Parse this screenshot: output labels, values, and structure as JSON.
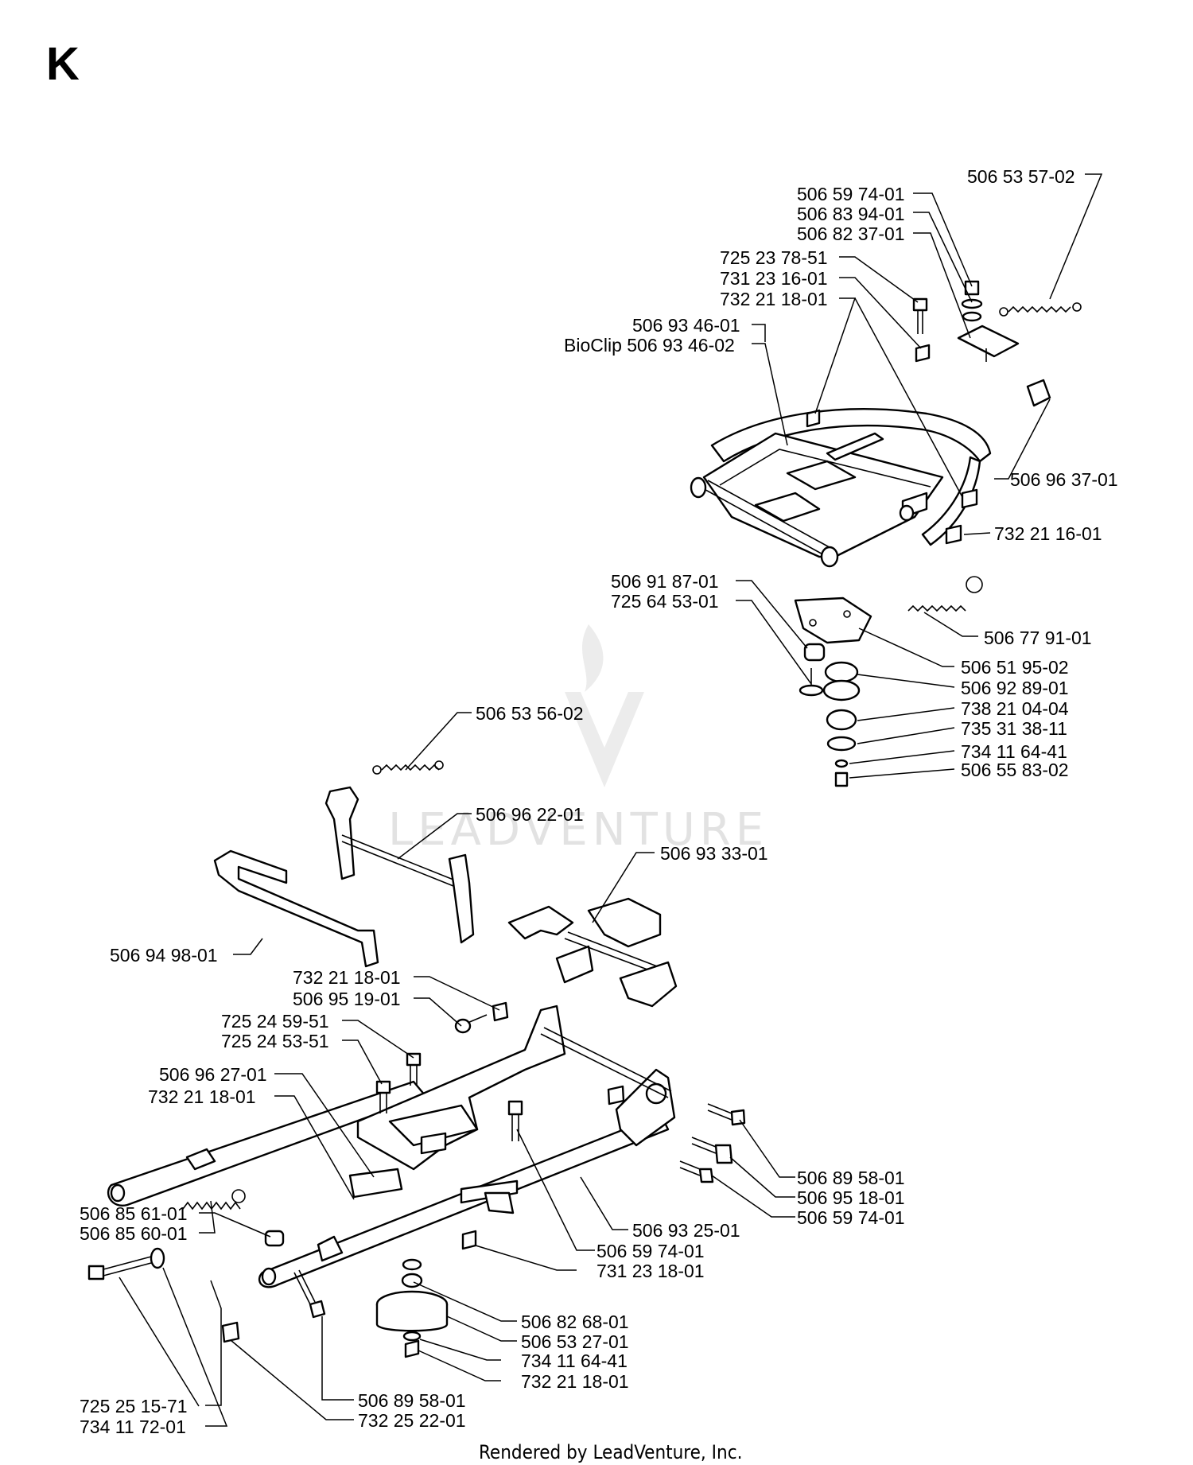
{
  "section_letter": "K",
  "watermark": "LEADVENTURE",
  "footer": "Rendered by LeadVenture, Inc.",
  "labels": [
    {
      "id": "p1",
      "text": "506 53 57-02"
    },
    {
      "id": "p2",
      "text": "506 59 74-01"
    },
    {
      "id": "p3",
      "text": "506 83 94-01"
    },
    {
      "id": "p4",
      "text": "506 82 37-01"
    },
    {
      "id": "p5",
      "text": "725 23 78-51"
    },
    {
      "id": "p6",
      "text": "731 23 16-01"
    },
    {
      "id": "p7",
      "text": "732 21 18-01"
    },
    {
      "id": "p8",
      "text": "506 93 46-01"
    },
    {
      "id": "p9",
      "text": "BioClip 506 93 46-02"
    },
    {
      "id": "p10",
      "text": "506 96 37-01"
    },
    {
      "id": "p11",
      "text": "732 21 16-01"
    },
    {
      "id": "p12",
      "text": "506 91 87-01"
    },
    {
      "id": "p13",
      "text": "725 64 53-01"
    },
    {
      "id": "p14",
      "text": "506 77 91-01"
    },
    {
      "id": "p15",
      "text": "506 51 95-02"
    },
    {
      "id": "p16",
      "text": "506 92 89-01"
    },
    {
      "id": "p17",
      "text": "738 21 04-04"
    },
    {
      "id": "p18",
      "text": "735 31 38-11"
    },
    {
      "id": "p19",
      "text": "734 11 64-41"
    },
    {
      "id": "p20",
      "text": "506 55 83-02"
    },
    {
      "id": "p21",
      "text": "506 53 56-02"
    },
    {
      "id": "p22",
      "text": "506 96 22-01"
    },
    {
      "id": "p23",
      "text": "506 93 33-01"
    },
    {
      "id": "p24",
      "text": "506 94 98-01"
    },
    {
      "id": "p25",
      "text": "732 21 18-01"
    },
    {
      "id": "p26",
      "text": "506 95 19-01"
    },
    {
      "id": "p27",
      "text": "725 24 59-51"
    },
    {
      "id": "p28",
      "text": "725 24 53-51"
    },
    {
      "id": "p29",
      "text": "506 96 27-01"
    },
    {
      "id": "p30",
      "text": "732 21 18-01"
    },
    {
      "id": "p31",
      "text": "506 89 58-01"
    },
    {
      "id": "p32",
      "text": "506 95 18-01"
    },
    {
      "id": "p33",
      "text": "506 59 74-01"
    },
    {
      "id": "p34",
      "text": "506 93 25-01"
    },
    {
      "id": "p35",
      "text": "506 59 74-01"
    },
    {
      "id": "p36",
      "text": "731 23 18-01"
    },
    {
      "id": "p37",
      "text": "506 85 61-01"
    },
    {
      "id": "p38",
      "text": "506 85 60-01"
    },
    {
      "id": "p39",
      "text": "506 82 68-01"
    },
    {
      "id": "p40",
      "text": "506 53 27-01"
    },
    {
      "id": "p41",
      "text": "734 11 64-41"
    },
    {
      "id": "p42",
      "text": "732 21 18-01"
    },
    {
      "id": "p43",
      "text": "506 89 58-01"
    },
    {
      "id": "p44",
      "text": "732 25 22-01"
    },
    {
      "id": "p45",
      "text": "725 25 15-71"
    },
    {
      "id": "p46",
      "text": "734 11 72-01"
    }
  ]
}
